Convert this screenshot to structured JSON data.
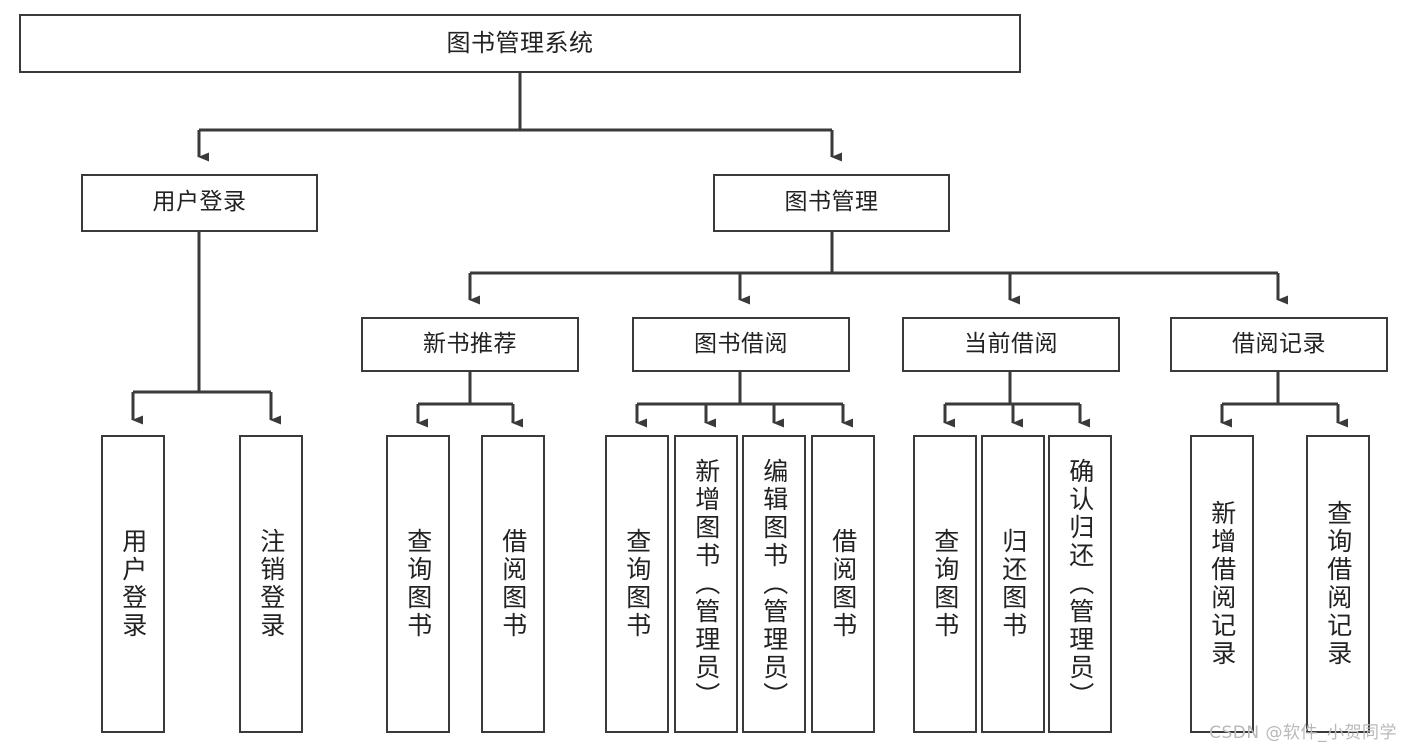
{
  "diagram": {
    "title": "图书管理系统",
    "type": "tree",
    "watermark": "CSDN @软件_小贺同学",
    "colors": {
      "box_border": "#3a3a3a",
      "box_fill": "#ffffff",
      "connector": "#3a3a3a",
      "text": "#222222",
      "watermark": "#b9b9b9",
      "background": "#ffffff"
    },
    "nodes": {
      "root": {
        "label": "图书管理系统"
      },
      "level2": [
        {
          "label": "用户登录"
        },
        {
          "label": "图书管理"
        }
      ],
      "level3": [
        {
          "label": "新书推荐"
        },
        {
          "label": "图书借阅"
        },
        {
          "label": "当前借阅"
        },
        {
          "label": "借阅记录"
        }
      ],
      "leaves_user_login": [
        {
          "label": "用户登录"
        },
        {
          "label": "注销登录"
        }
      ],
      "leaves_new_book": [
        {
          "label": "查询图书"
        },
        {
          "label": "借阅图书"
        }
      ],
      "leaves_borrow": [
        {
          "label": "查询图书"
        },
        {
          "label": "新增图书（管理员）"
        },
        {
          "label": "编辑图书（管理员）"
        },
        {
          "label": "借阅图书"
        }
      ],
      "leaves_current": [
        {
          "label": "查询图书"
        },
        {
          "label": "归还图书"
        },
        {
          "label": "确认归还（管理员）"
        }
      ],
      "leaves_records": [
        {
          "label": "新增借阅记录"
        },
        {
          "label": "查询借阅记录"
        }
      ]
    }
  }
}
